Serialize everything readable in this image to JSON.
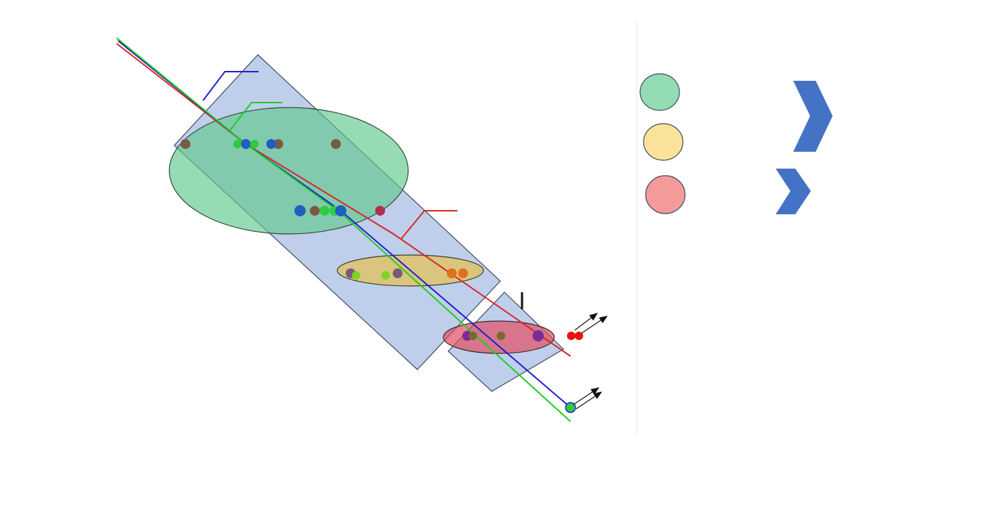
{
  "colors": {
    "background": "#ffffff",
    "detector_block": "#b4c7e7",
    "region_green": "#6fcf9a",
    "region_yellow": "#e6c35c",
    "region_red": "#e35a6a",
    "chevron": "#4472c4",
    "track_red": "#d62728",
    "track_blue": "#1f1fd0",
    "track_green": "#22cc22",
    "hit_brown": "#7a5a45",
    "hit_blue": "#1f5fc0",
    "hit_green": "#2ecc40",
    "hit_orange": "#e07020",
    "hit_lime": "#7ed321",
    "hit_purple": "#7a2a9a",
    "hit_red": "#ee1111",
    "arrow": "#111111"
  },
  "legend": {
    "items": [
      {
        "name": "green-region",
        "color": "#93dcb4"
      },
      {
        "name": "yellow-region",
        "color": "#fbe29a"
      },
      {
        "name": "red-region",
        "color": "#f59a9a"
      }
    ],
    "chevrons": [
      {
        "size": "large",
        "icon": "chevron-right-icon"
      },
      {
        "size": "small",
        "icon": "chevron-right-icon"
      }
    ]
  }
}
